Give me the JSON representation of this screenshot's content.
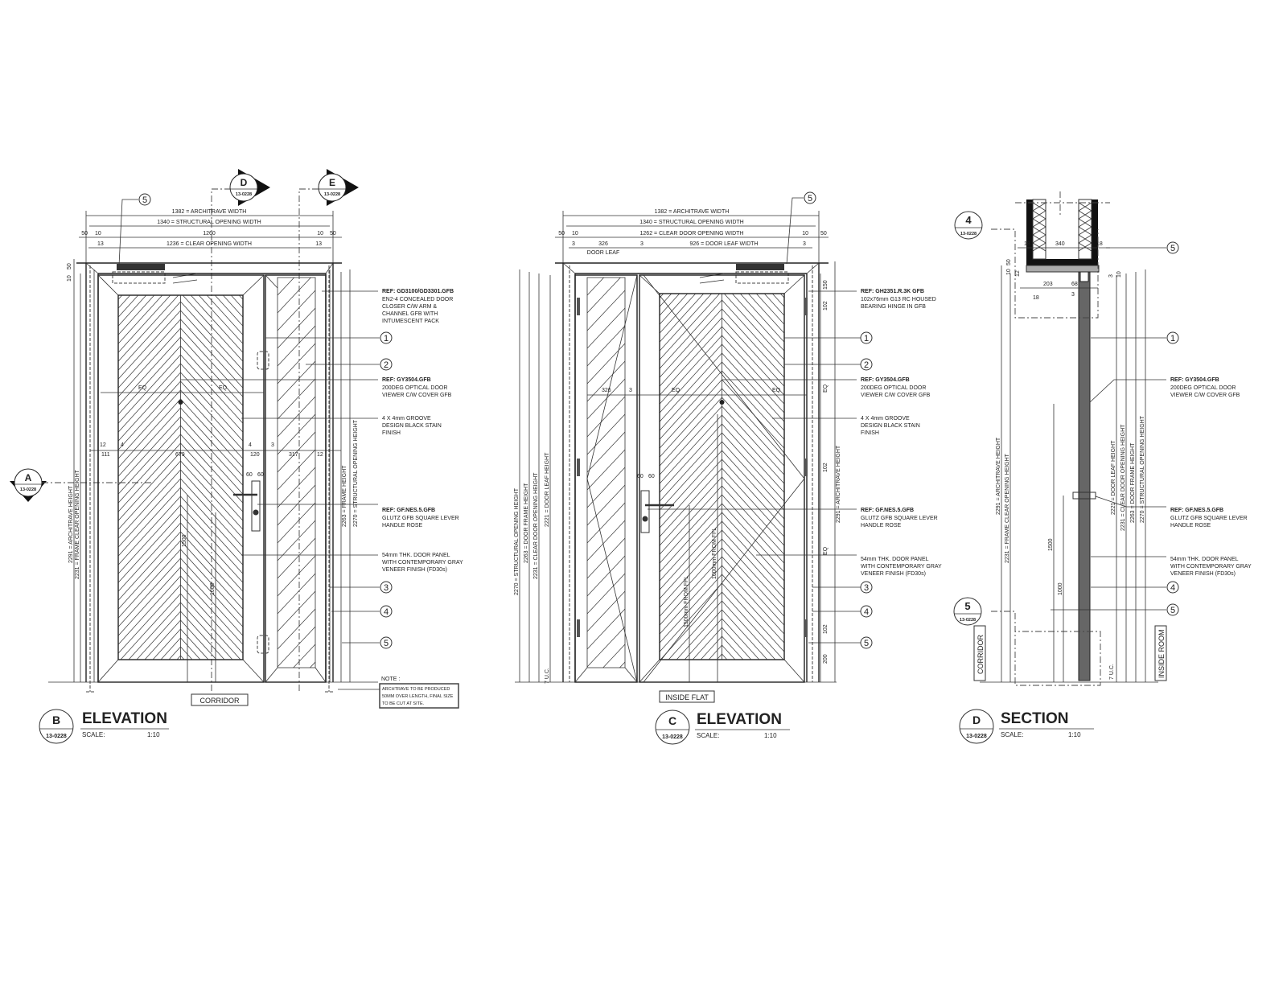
{
  "elevation_b": {
    "ref_letter": "B",
    "sheet_ref": "13-0228",
    "title": "ELEVATION",
    "scale_label": "SCALE:",
    "scale_value": "1:10",
    "room_tag": "CORRIDOR",
    "section_markers": [
      {
        "letter": "D",
        "sheet": "13-0228"
      },
      {
        "letter": "E",
        "sheet": "13-0228"
      }
    ],
    "side_marker": {
      "letter": "A",
      "sheet": "13-0228"
    },
    "dims_top": [
      "1382 = ARCHITRAVE WIDTH",
      "1340 = STRUCTURAL OPENING WIDTH",
      "1260",
      "1236 = CLEAR OPENING WIDTH"
    ],
    "dims_small": [
      "50",
      "10",
      "10",
      "50",
      "13",
      "13",
      "50",
      "10"
    ],
    "dims_mid": [
      "EQ",
      "EQ",
      "12",
      "111",
      "4",
      "679",
      "4",
      "120",
      "3",
      "317",
      "12",
      "60",
      "60",
      "1500",
      "1000"
    ],
    "dims_vertical": [
      "2291 = ARCHITRAVE HEIGHT",
      "2231 = FRAME CLEAR OPENING HEIGHT",
      "2263 = FRAME HEIGHT",
      "2270 = STRUCTURAL OPENING HEIGHT"
    ],
    "note_title": "NOTE :",
    "note_text": [
      "ARCHTRAVE TO BE PRODUCED",
      "50MM OVER LENGTH, FINAL SIZE",
      "TO BE CUT AT SITE."
    ],
    "callouts": [
      {
        "ref": "REF: GD3100/GD3301.GFB",
        "lines": [
          "EN2-4 CONCEALED DOOR",
          "CLOSER C/W ARM &",
          "CHANNEL GFB WITH",
          "INTUMESCENT PACK"
        ]
      },
      {
        "ref": "REF: GY3504.GFB",
        "lines": [
          "200DEG OPTICAL DOOR",
          "VIEWER C/W COVER GFB"
        ]
      },
      {
        "ref": "",
        "lines": [
          "4 X 4mm GROOVE",
          "DESIGN  BLACK STAIN",
          "FINISH"
        ]
      },
      {
        "ref": "REF: GF.NES.5.GFB",
        "lines": [
          "GLUTZ GFB SQUARE LEVER",
          "HANDLE ROSE"
        ]
      },
      {
        "ref": "",
        "lines": [
          "54mm THK. DOOR PANEL",
          "WITH CONTEMPORARY GRAY",
          "VENEER FINISH (FD30s)"
        ]
      }
    ],
    "keys": [
      "5",
      "1",
      "2",
      "3",
      "4",
      "5"
    ]
  },
  "elevation_c": {
    "ref_letter": "C",
    "sheet_ref": "13-0228",
    "title": "ELEVATION",
    "scale_label": "SCALE:",
    "scale_value": "1:10",
    "room_tag": "INSIDE FLAT",
    "dims_top": [
      "1382 = ARCHITRAVE WIDTH",
      "1340 = STRUCTURAL OPENING WIDTH",
      "1262 = CLEAR DOOR OPENING WIDTH",
      "926 = DOOR LEAF WIDTH"
    ],
    "dims_leaf": [
      "326",
      "DOOR LEAF",
      "3",
      "3",
      "3"
    ],
    "dims_small": [
      "50",
      "10",
      "10",
      "50"
    ],
    "dims_mid": [
      "326",
      "3",
      "EQ",
      "EQ",
      "60",
      "60",
      "1500mm FROM FFL",
      "1000mm FROM FFL"
    ],
    "dims_right": [
      "150",
      "102",
      "EQ",
      "102",
      "EQ",
      "102",
      "200"
    ],
    "dims_vertical": [
      "2270 = STRUCTURAL OPENING HEIGHT",
      "2263 = DOOR FRAME HEIGHT",
      "2231 = CLEAR DOOR OPENING HEIGHT",
      "2221 = DOOR LEAF HEIGHT",
      "7 U.C.",
      "2291 = ARCHITRAVE HEIGHT"
    ],
    "callouts": [
      {
        "ref": "REF: GH2351.R.3K GFB",
        "lines": [
          "102x76mm G13 RC HOUSED",
          "BEARING HINGE IN GFB"
        ]
      },
      {
        "ref": "REF: GY3504.GFB",
        "lines": [
          "200DEG OPTICAL DOOR",
          "VIEWER C/W COVER GFB"
        ]
      },
      {
        "ref": "",
        "lines": [
          "4 X 4mm GROOVE",
          "DESIGN  BLACK STAIN",
          "FINISH"
        ]
      },
      {
        "ref": "REF: GF.NES.5.GFB",
        "lines": [
          "GLUTZ GFB SQUARE LEVER",
          "HANDLE ROSE"
        ]
      },
      {
        "ref": "",
        "lines": [
          "54mm THK. DOOR PANEL",
          "WITH CONTEMPORARY GRAY",
          "VENEER FINISH (FD30s)"
        ]
      }
    ],
    "keys": [
      "5",
      "1",
      "2",
      "3",
      "4",
      "5"
    ]
  },
  "section_d": {
    "ref_letter": "D",
    "sheet_ref": "13-0228",
    "title": "SECTION",
    "scale_label": "SCALE:",
    "scale_value": "1:10",
    "room_left": "CORRIDOR",
    "room_right": "INSIDE ROOM",
    "detail_markers": [
      {
        "num": "4",
        "sheet": "13-0228"
      },
      {
        "num": "5",
        "sheet": "13-0228"
      }
    ],
    "dims_top": [
      "18",
      "340",
      "18",
      "203",
      "68",
      "3",
      "18",
      "10",
      "50",
      "12",
      "3",
      "10"
    ],
    "dims_vertical": [
      "2291 = ARCHITRAVE HEIGHT",
      "2231 = FRAME CLEAR OPENING HEIGHT",
      "2221 = DOOR LEAF HEIGHT",
      "2231 = CLEAR DOOR OPENING HEIGHT",
      "2263 = DOOR FRAME HEIGHT",
      "2270 = STRUCTURAL OPENING HEIGHT",
      "1500",
      "1000",
      "7 U.C."
    ],
    "callouts": [
      {
        "ref": "REF: GY3504.GFB",
        "lines": [
          "200DEG OPTICAL DOOR",
          "VIEWER C/W COVER GFB"
        ]
      },
      {
        "ref": "REF: GF.NES.5.GFB",
        "lines": [
          "GLUTZ GFB SQUARE LEVER",
          "HANDLE ROSE"
        ]
      },
      {
        "ref": "",
        "lines": [
          "54mm THK. DOOR PANEL",
          "WITH CONTEMPORARY GRAY",
          "VENEER FINISH (FD30s)"
        ]
      }
    ],
    "keys": [
      "5",
      "1",
      "4",
      "5"
    ]
  }
}
